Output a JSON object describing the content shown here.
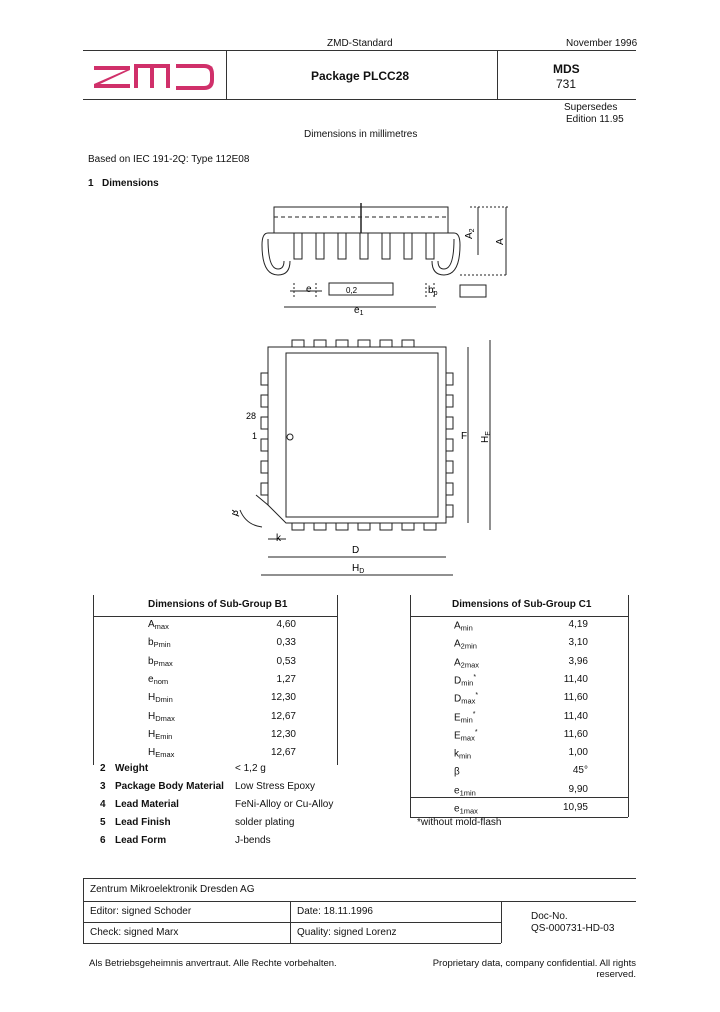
{
  "header": {
    "standard": "ZMD-Standard",
    "date": "November 1996",
    "logo_text": "ZMD",
    "title": "Package PLCC28",
    "mds_label": "MDS",
    "mds_number": "731",
    "supersedes": "Supersedes",
    "edition": "Edition 11.95",
    "logo_color": "#d0306a"
  },
  "units_note": "Dimensions in millimetres",
  "based_on": "Based on IEC 191-2Q: Type 112E08",
  "section1": {
    "number": "1",
    "title": "Dimensions"
  },
  "drawing": {
    "side": {
      "A2": "A",
      "A2_sub": "2",
      "A": "A",
      "e": "e",
      "tol": "0,2",
      "bp": "b",
      "bp_sub": "p",
      "e1": "e",
      "e1_sub": "1"
    },
    "top": {
      "pin28": "28",
      "pin1": "1",
      "F": "F",
      "HE": "H",
      "HE_sub": "E",
      "beta": "β",
      "k": "k",
      "D": "D",
      "HD": "H",
      "HD_sub": "D"
    }
  },
  "table_b1": {
    "title": "Dimensions of Sub-Group B1",
    "rows": [
      {
        "sym": "A",
        "sub": "max",
        "val": "4,60"
      },
      {
        "sym": "b",
        "sub": "Pmin",
        "val": "0,33"
      },
      {
        "sym": "b",
        "sub": "Pmax",
        "val": "0,53"
      },
      {
        "sym": "e",
        "sub": "nom",
        "val": "1,27"
      },
      {
        "sym": "H",
        "sub": "Dmin",
        "val": "12,30"
      },
      {
        "sym": "H",
        "sub": "Dmax",
        "val": "12,67"
      },
      {
        "sym": "H",
        "sub": "Emin",
        "val": "12,30"
      },
      {
        "sym": "H",
        "sub": "Emax",
        "val": "12,67"
      }
    ]
  },
  "table_c1": {
    "title": "Dimensions of Sub-Group C1",
    "rows": [
      {
        "sym": "A",
        "sub": "min",
        "sup": "",
        "val": "4,19"
      },
      {
        "sym": "A",
        "sub": "2min",
        "sup": "",
        "val": "3,10"
      },
      {
        "sym": "A",
        "sub": "2max",
        "sup": "",
        "val": "3,96"
      },
      {
        "sym": "D",
        "sub": "min",
        "sup": "*",
        "val": "11,40"
      },
      {
        "sym": "D",
        "sub": "max",
        "sup": "*",
        "val": "11,60"
      },
      {
        "sym": "E",
        "sub": "min",
        "sup": "*",
        "val": "11,40"
      },
      {
        "sym": "E",
        "sub": "max",
        "sup": "*",
        "val": "11,60"
      },
      {
        "sym": "k",
        "sub": "min",
        "sup": "",
        "val": "1,00"
      },
      {
        "sym": "β",
        "sub": "",
        "sup": "",
        "val": "45°"
      },
      {
        "sym": "e",
        "sub": "1min",
        "sup": "",
        "val": "9,90"
      },
      {
        "sym": "e",
        "sub": "1max",
        "sup": "",
        "val": "10,95"
      }
    ],
    "footnote": "*without mold-flash"
  },
  "properties": [
    {
      "num": "2",
      "label": "Weight",
      "value": "< 1,2 g"
    },
    {
      "num": "3",
      "label": "Package Body Material",
      "value": "Low Stress Epoxy"
    },
    {
      "num": "4",
      "label": "Lead Material",
      "value": "FeNi-Alloy or Cu-Alloy"
    },
    {
      "num": "5",
      "label": "Lead Finish",
      "value": "solder plating"
    },
    {
      "num": "6",
      "label": "Lead Form",
      "value": "J-bends"
    }
  ],
  "footer": {
    "org": "Zentrum Mikroelektronik Dresden AG",
    "editor": "Editor: signed Schoder",
    "date": "Date: 18.11.1996",
    "check": "Check: signed Marx",
    "quality": "Quality: signed Lorenz",
    "doc_label": "Doc-No.",
    "doc_no": "QS-000731-HD-03"
  },
  "legal_left": "Als Betriebsgeheimnis anvertraut. Alle Rechte vorbehalten.",
  "legal_right": "Proprietary data, company confidential. All rights reserved."
}
